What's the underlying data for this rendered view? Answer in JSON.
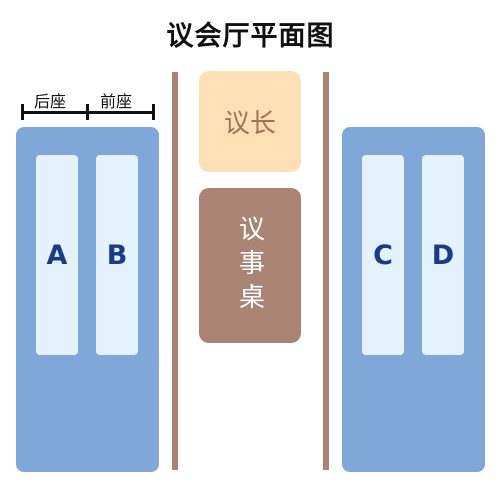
{
  "title": "议会厅平面图",
  "dimension_labels": {
    "rear": "后座",
    "front": "前座"
  },
  "seat_sections": [
    {
      "label": "A"
    },
    {
      "label": "B"
    },
    {
      "label": "C"
    },
    {
      "label": "D"
    }
  ],
  "chair": {
    "label": "议长"
  },
  "table": {
    "label": "议事桌"
  },
  "colors": {
    "section_bg": "#7fa8d8",
    "seat_bg": "#e3f2fd",
    "seat_text": "#1a3a8a",
    "divider": "#a98474",
    "chair_bg": "#ffdfb5",
    "chair_text": "#a07258",
    "table_bg": "#a98474",
    "table_text": "#ffffff"
  }
}
